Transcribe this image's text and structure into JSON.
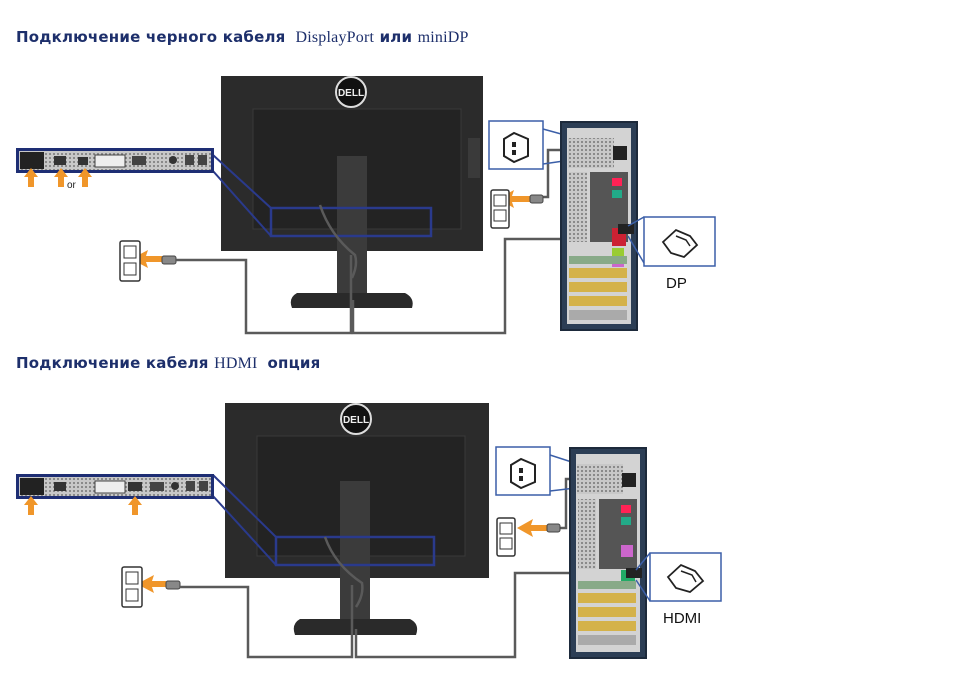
{
  "sections": [
    {
      "title_part1": "Подключение черного кабеля",
      "title_part2": "DisplayPort",
      "title_part3": "или",
      "title_part4": "miniDP",
      "monitor_logo": "DELL",
      "or_label": "or",
      "connector_label": "DP"
    },
    {
      "title_part1": "Подключение кабеля",
      "title_part2": "HDMI",
      "title_part3": "опция",
      "monitor_logo": "DELL",
      "connector_label": "HDMI"
    }
  ],
  "colors": {
    "heading": "#1d2f6b",
    "highlight_frame": "#2a3a8c",
    "arrow": "#f0962a",
    "cable": "#5a5a5a",
    "callout_border": "#3b5fa8"
  },
  "icons": [
    "dell-logo-icon",
    "power-outlet-icon",
    "power-plug-icon",
    "power-socket-icon",
    "dp-connector-icon",
    "hdmi-connector-icon"
  ]
}
